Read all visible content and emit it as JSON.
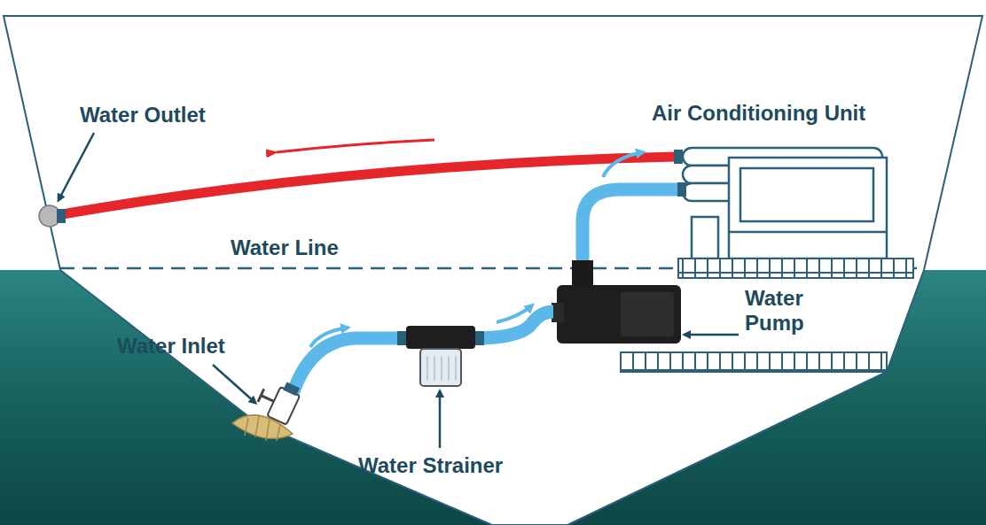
{
  "diagram": {
    "labels": [
      "Water Outlet",
      "Air Conditioning Unit",
      "Water Line",
      "Water Inlet",
      "Water Pump",
      "Water Strainer"
    ]
  }
}
